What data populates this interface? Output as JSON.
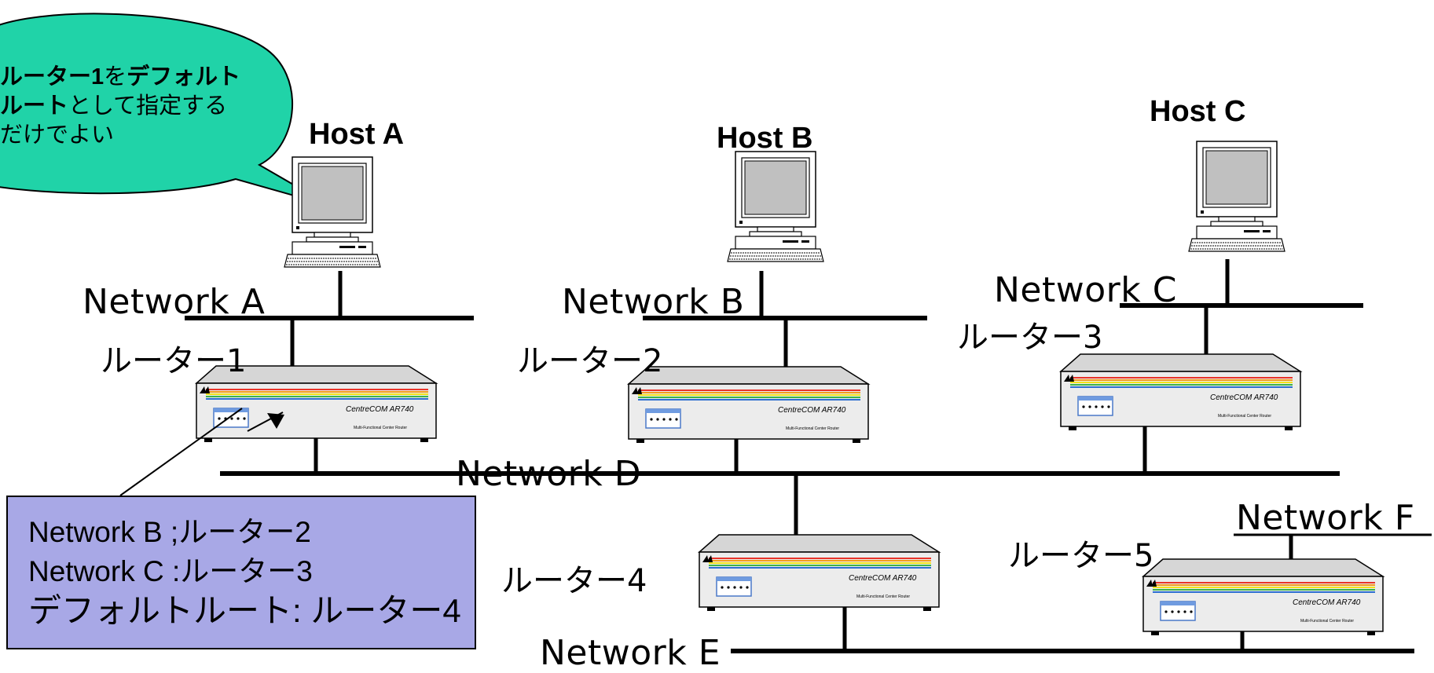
{
  "hosts": [
    {
      "label": "Host A"
    },
    {
      "label": "Host B"
    },
    {
      "label": "Host C"
    }
  ],
  "networks": [
    {
      "label": "Network A"
    },
    {
      "label": "Network B"
    },
    {
      "label": "Network C"
    },
    {
      "label": "Network D"
    },
    {
      "label": "Network E"
    },
    {
      "label": "Network F"
    }
  ],
  "routers": [
    {
      "label": "ルーター1"
    },
    {
      "label": "ルーター2"
    },
    {
      "label": "ルーター3"
    },
    {
      "label": "ルーター4"
    },
    {
      "label": "ルーター5"
    }
  ],
  "device_text": {
    "brand": "CentreCOM AR740",
    "subtitle": "Multi-Functional Center Router"
  },
  "callout": {
    "line1_bold": "ルーター1",
    "line1_rest": "を",
    "line1_bold2": "デフォルト",
    "line2_bold": "ルート",
    "line2_rest": "として指定する",
    "line3": "だけでよい",
    "fill": "#20d3a8"
  },
  "routing_table": {
    "rows": [
      "Network B ;ルーター2",
      "Network C :ルーター3",
      "デフォルトルート: ルーター4"
    ],
    "fill": "#a8a8e6"
  }
}
